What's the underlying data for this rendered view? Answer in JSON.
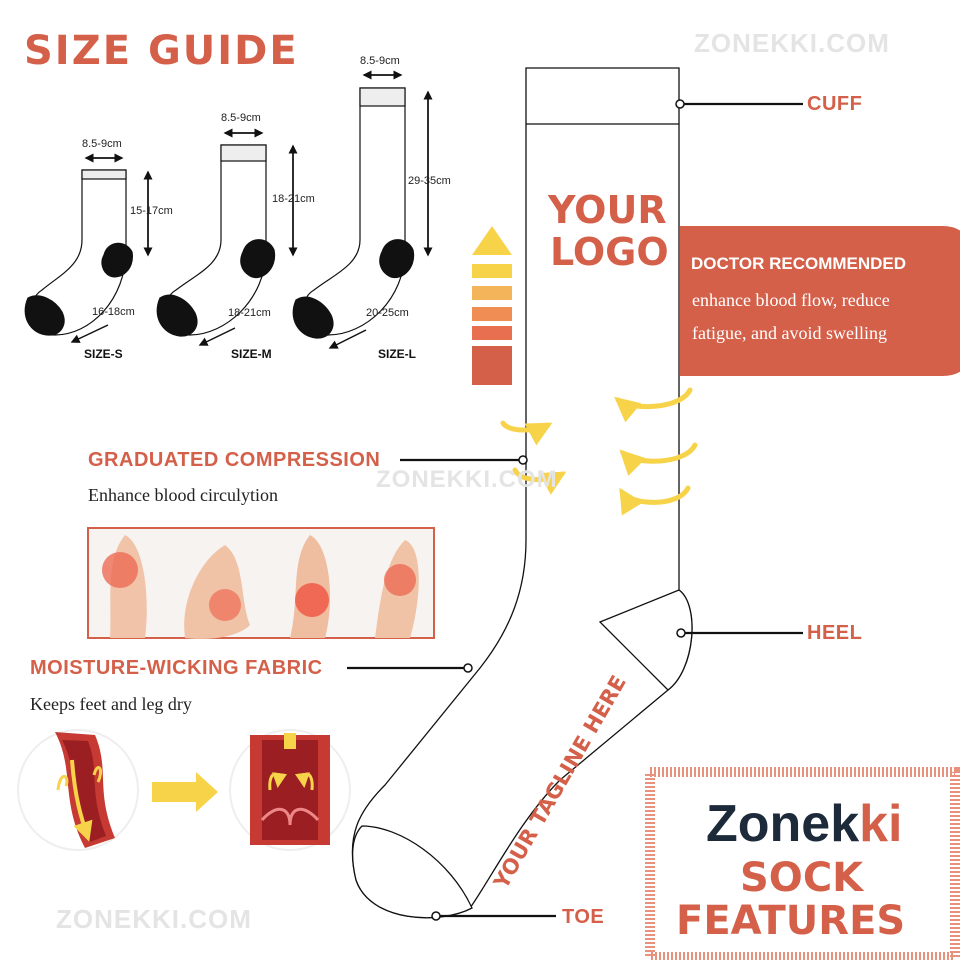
{
  "size_guide": {
    "title": "SIZE GUIDE",
    "sizes": [
      {
        "name": "SIZE-S",
        "width": "8.5-9cm",
        "height": "15-17cm",
        "foot": "16-18cm"
      },
      {
        "name": "SIZE-M",
        "width": "8.5-9cm",
        "height": "18-21cm",
        "foot": "18-21cm"
      },
      {
        "name": "SIZE-L",
        "width": "8.5-9cm",
        "height": "29-35cm",
        "foot": "20-25cm"
      }
    ]
  },
  "watermark": "ZONEKKI.COM",
  "sock": {
    "logo_line1": "YOUR",
    "logo_line2": "LOGO",
    "tagline": "YOUR TAGLINE HERE"
  },
  "callouts": {
    "cuff": "CUFF",
    "heel": "HEEL",
    "toe": "TOE"
  },
  "doctor": {
    "title": "DOCTOR RECOMMENDED",
    "line1": "enhance blood flow, reduce",
    "line2": "fatigue, and avoid swelling"
  },
  "compression": {
    "title": "GRADUATED COMPRESSION",
    "desc": "Enhance blood circulytion"
  },
  "moisture": {
    "title": "MOISTURE-WICKING FABRIC",
    "desc": "Keeps feet and leg dry"
  },
  "brand": {
    "name_dark": "Zonek",
    "name_accent": "ki",
    "line1": "SOCK",
    "line2": "FEATURES"
  },
  "colors": {
    "accent": "#d4604a",
    "yellow": "#f7d34a",
    "dark": "#1c2a3a"
  }
}
